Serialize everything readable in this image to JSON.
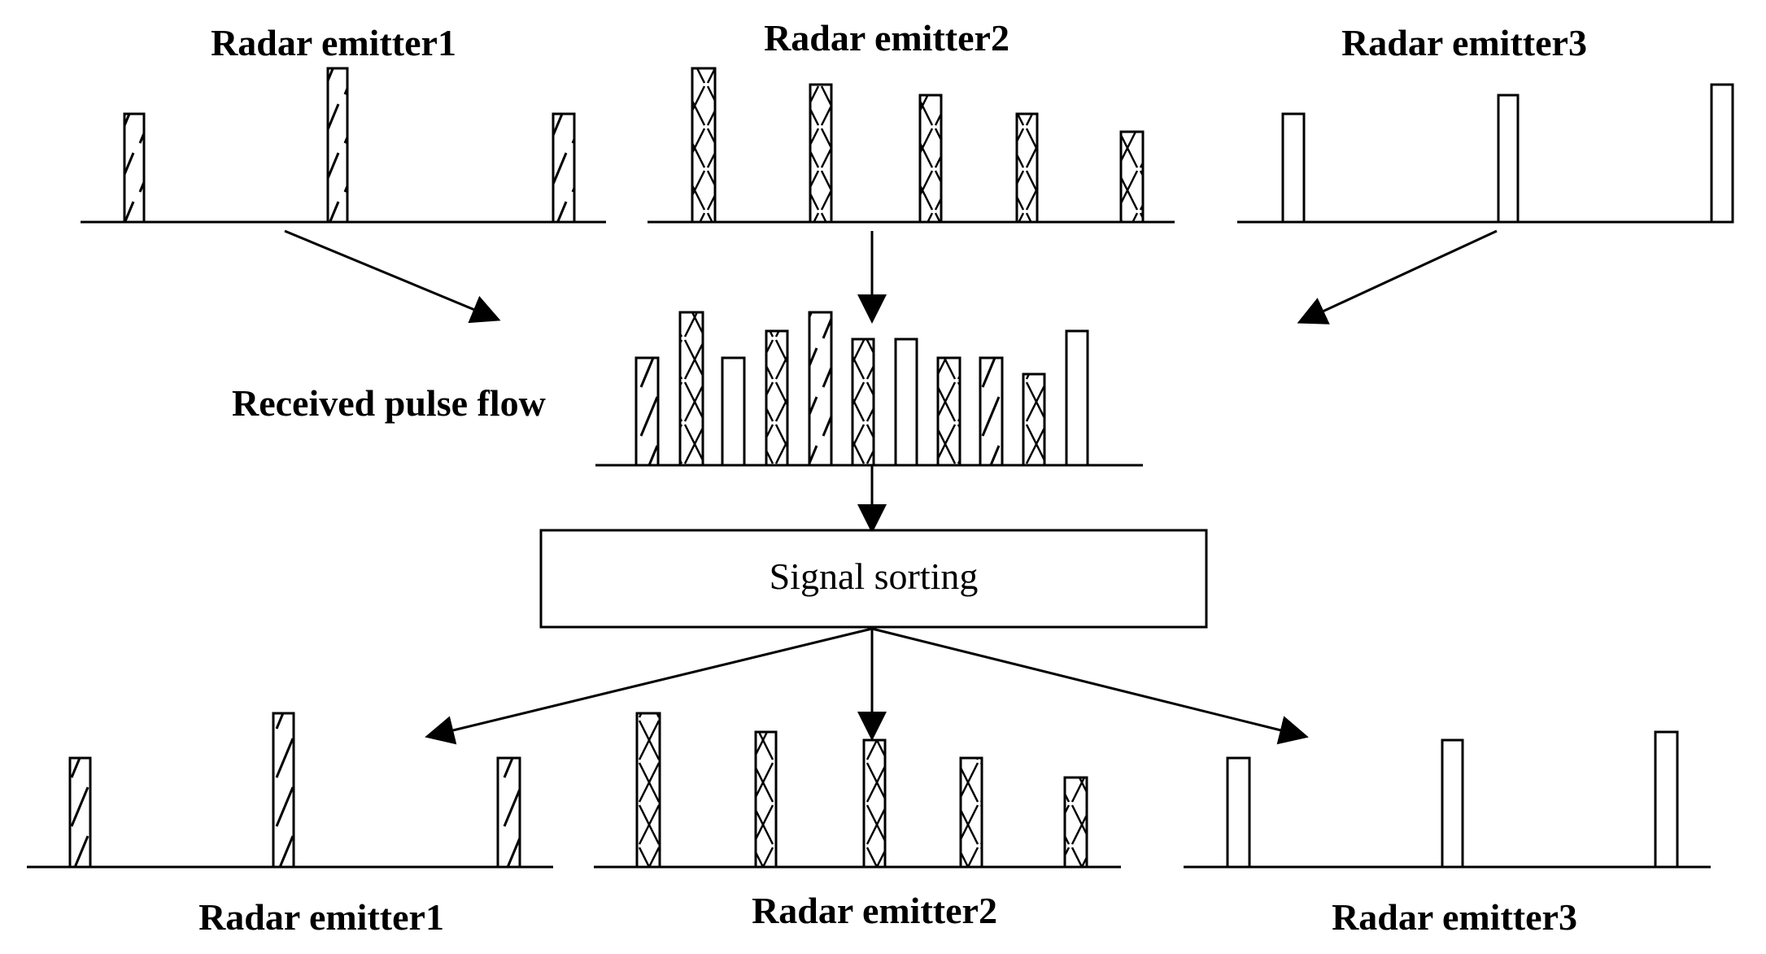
{
  "labels": {
    "top_emitter1": "Radar emitter1",
    "top_emitter2": "Radar emitter2",
    "top_emitter3": "Radar emitter3",
    "received": "Received pulse flow",
    "sorting": "Signal sorting",
    "bottom_emitter1": "Radar emitter1",
    "bottom_emitter2": "Radar emitter2",
    "bottom_emitter3": "Radar emitter3"
  },
  "patterns": {
    "emitter1": "diagonal-hatch",
    "emitter2": "cross-hatch",
    "emitter3": "empty"
  },
  "colors": {
    "ink": "#000000",
    "background": "#ffffff"
  }
}
